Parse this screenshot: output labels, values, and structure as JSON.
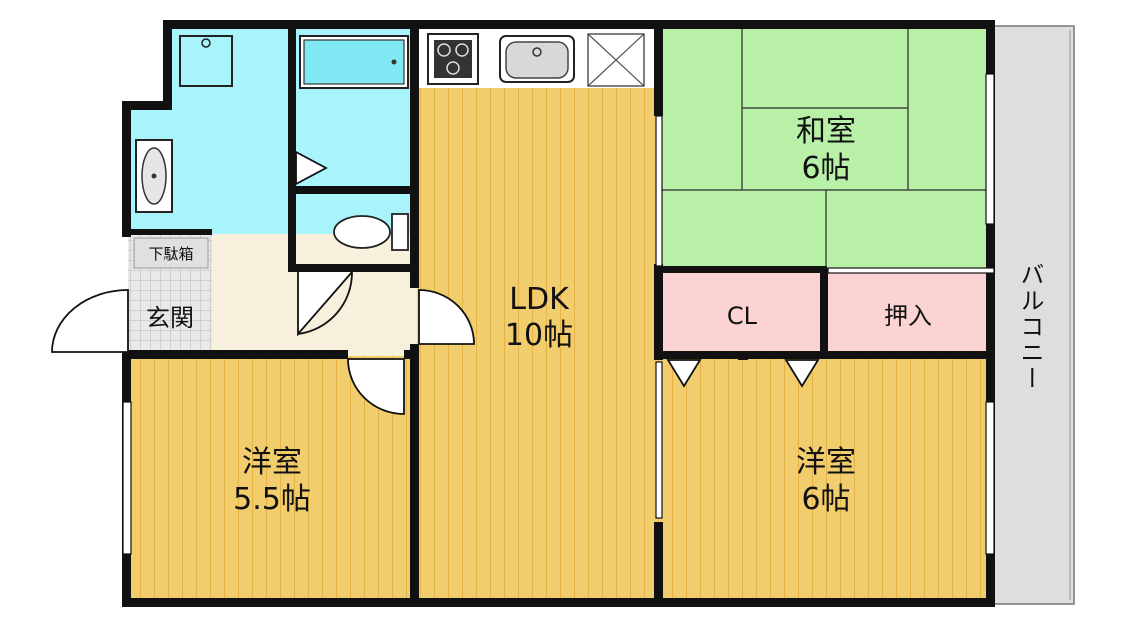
{
  "floorplan": {
    "rooms": {
      "ldk": {
        "name": "LDK",
        "size": "10帖"
      },
      "washitsu": {
        "name": "和室",
        "size": "6帖"
      },
      "youshitsu_w": {
        "name": "洋室",
        "size": "5.5帖"
      },
      "youshitsu_e": {
        "name": "洋室",
        "size": "6帖"
      },
      "closet": {
        "name": "CL"
      },
      "oshiire": {
        "name": "押入"
      },
      "genkan": {
        "name": "玄関"
      },
      "getabako": {
        "name": "下駄箱"
      },
      "balcony": {
        "name": "バルコニー"
      }
    },
    "colors": {
      "wall": "#111111",
      "wood_floor": "#f2cd6e",
      "wood_line": "#e6b94c",
      "wet_area": "#a9f3fb",
      "tatami": "#b8f0a8",
      "storage": "#fbd3d3",
      "entry_floor": "#f7f0dd",
      "balcony": "#dedede"
    }
  }
}
